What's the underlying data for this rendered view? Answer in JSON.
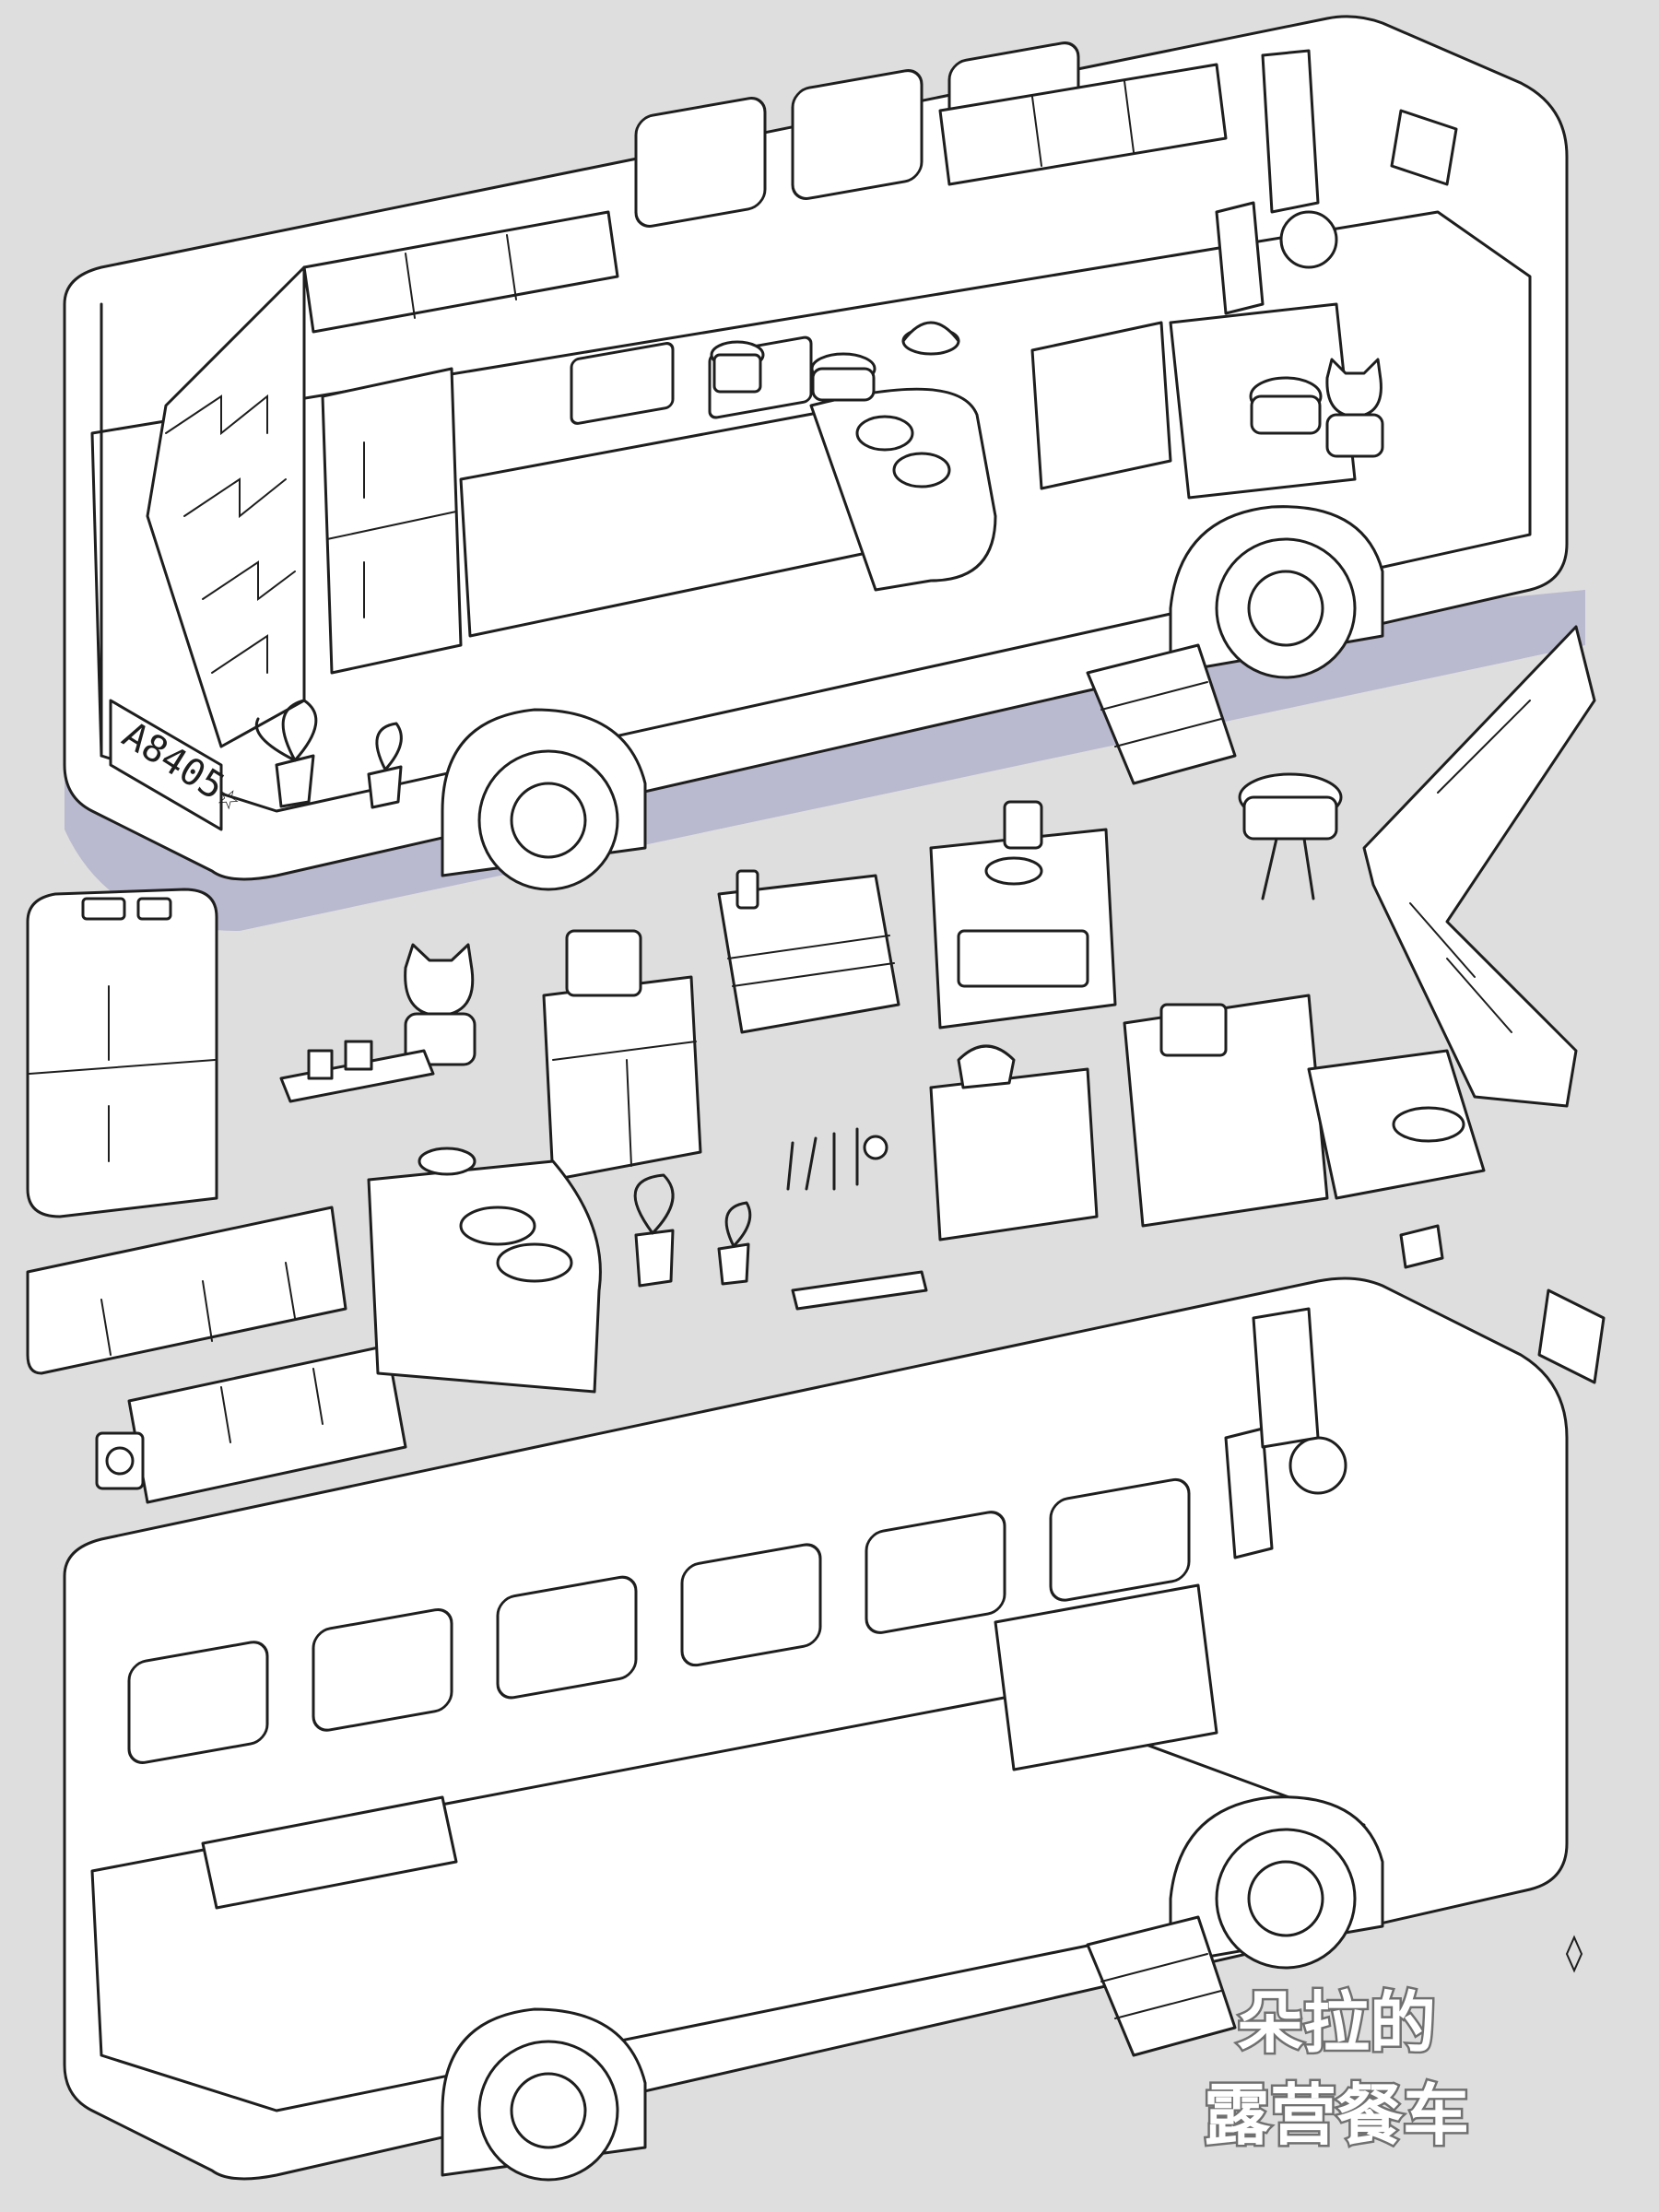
{
  "illustration": {
    "background_color": "#dedede",
    "line_color": "#1e1e1e",
    "shadow_color": "#b9b9cf"
  },
  "bus_top": {
    "license_plate": "A8405☆"
  },
  "parts_legend": [
    {
      "name": "refrigerator-icon"
    },
    {
      "name": "cat-figurine-icon"
    },
    {
      "name": "stove-icon"
    },
    {
      "name": "sink-icon"
    },
    {
      "name": "oven-icon"
    },
    {
      "name": "potted-plant-icon"
    },
    {
      "name": "stairs-icon"
    },
    {
      "name": "wall-cabinet-icon"
    },
    {
      "name": "driver-seat-icon"
    },
    {
      "name": "side-mirror-icon"
    }
  ],
  "logo": {
    "line1": "朵拉的",
    "line2": "露营餐车"
  }
}
